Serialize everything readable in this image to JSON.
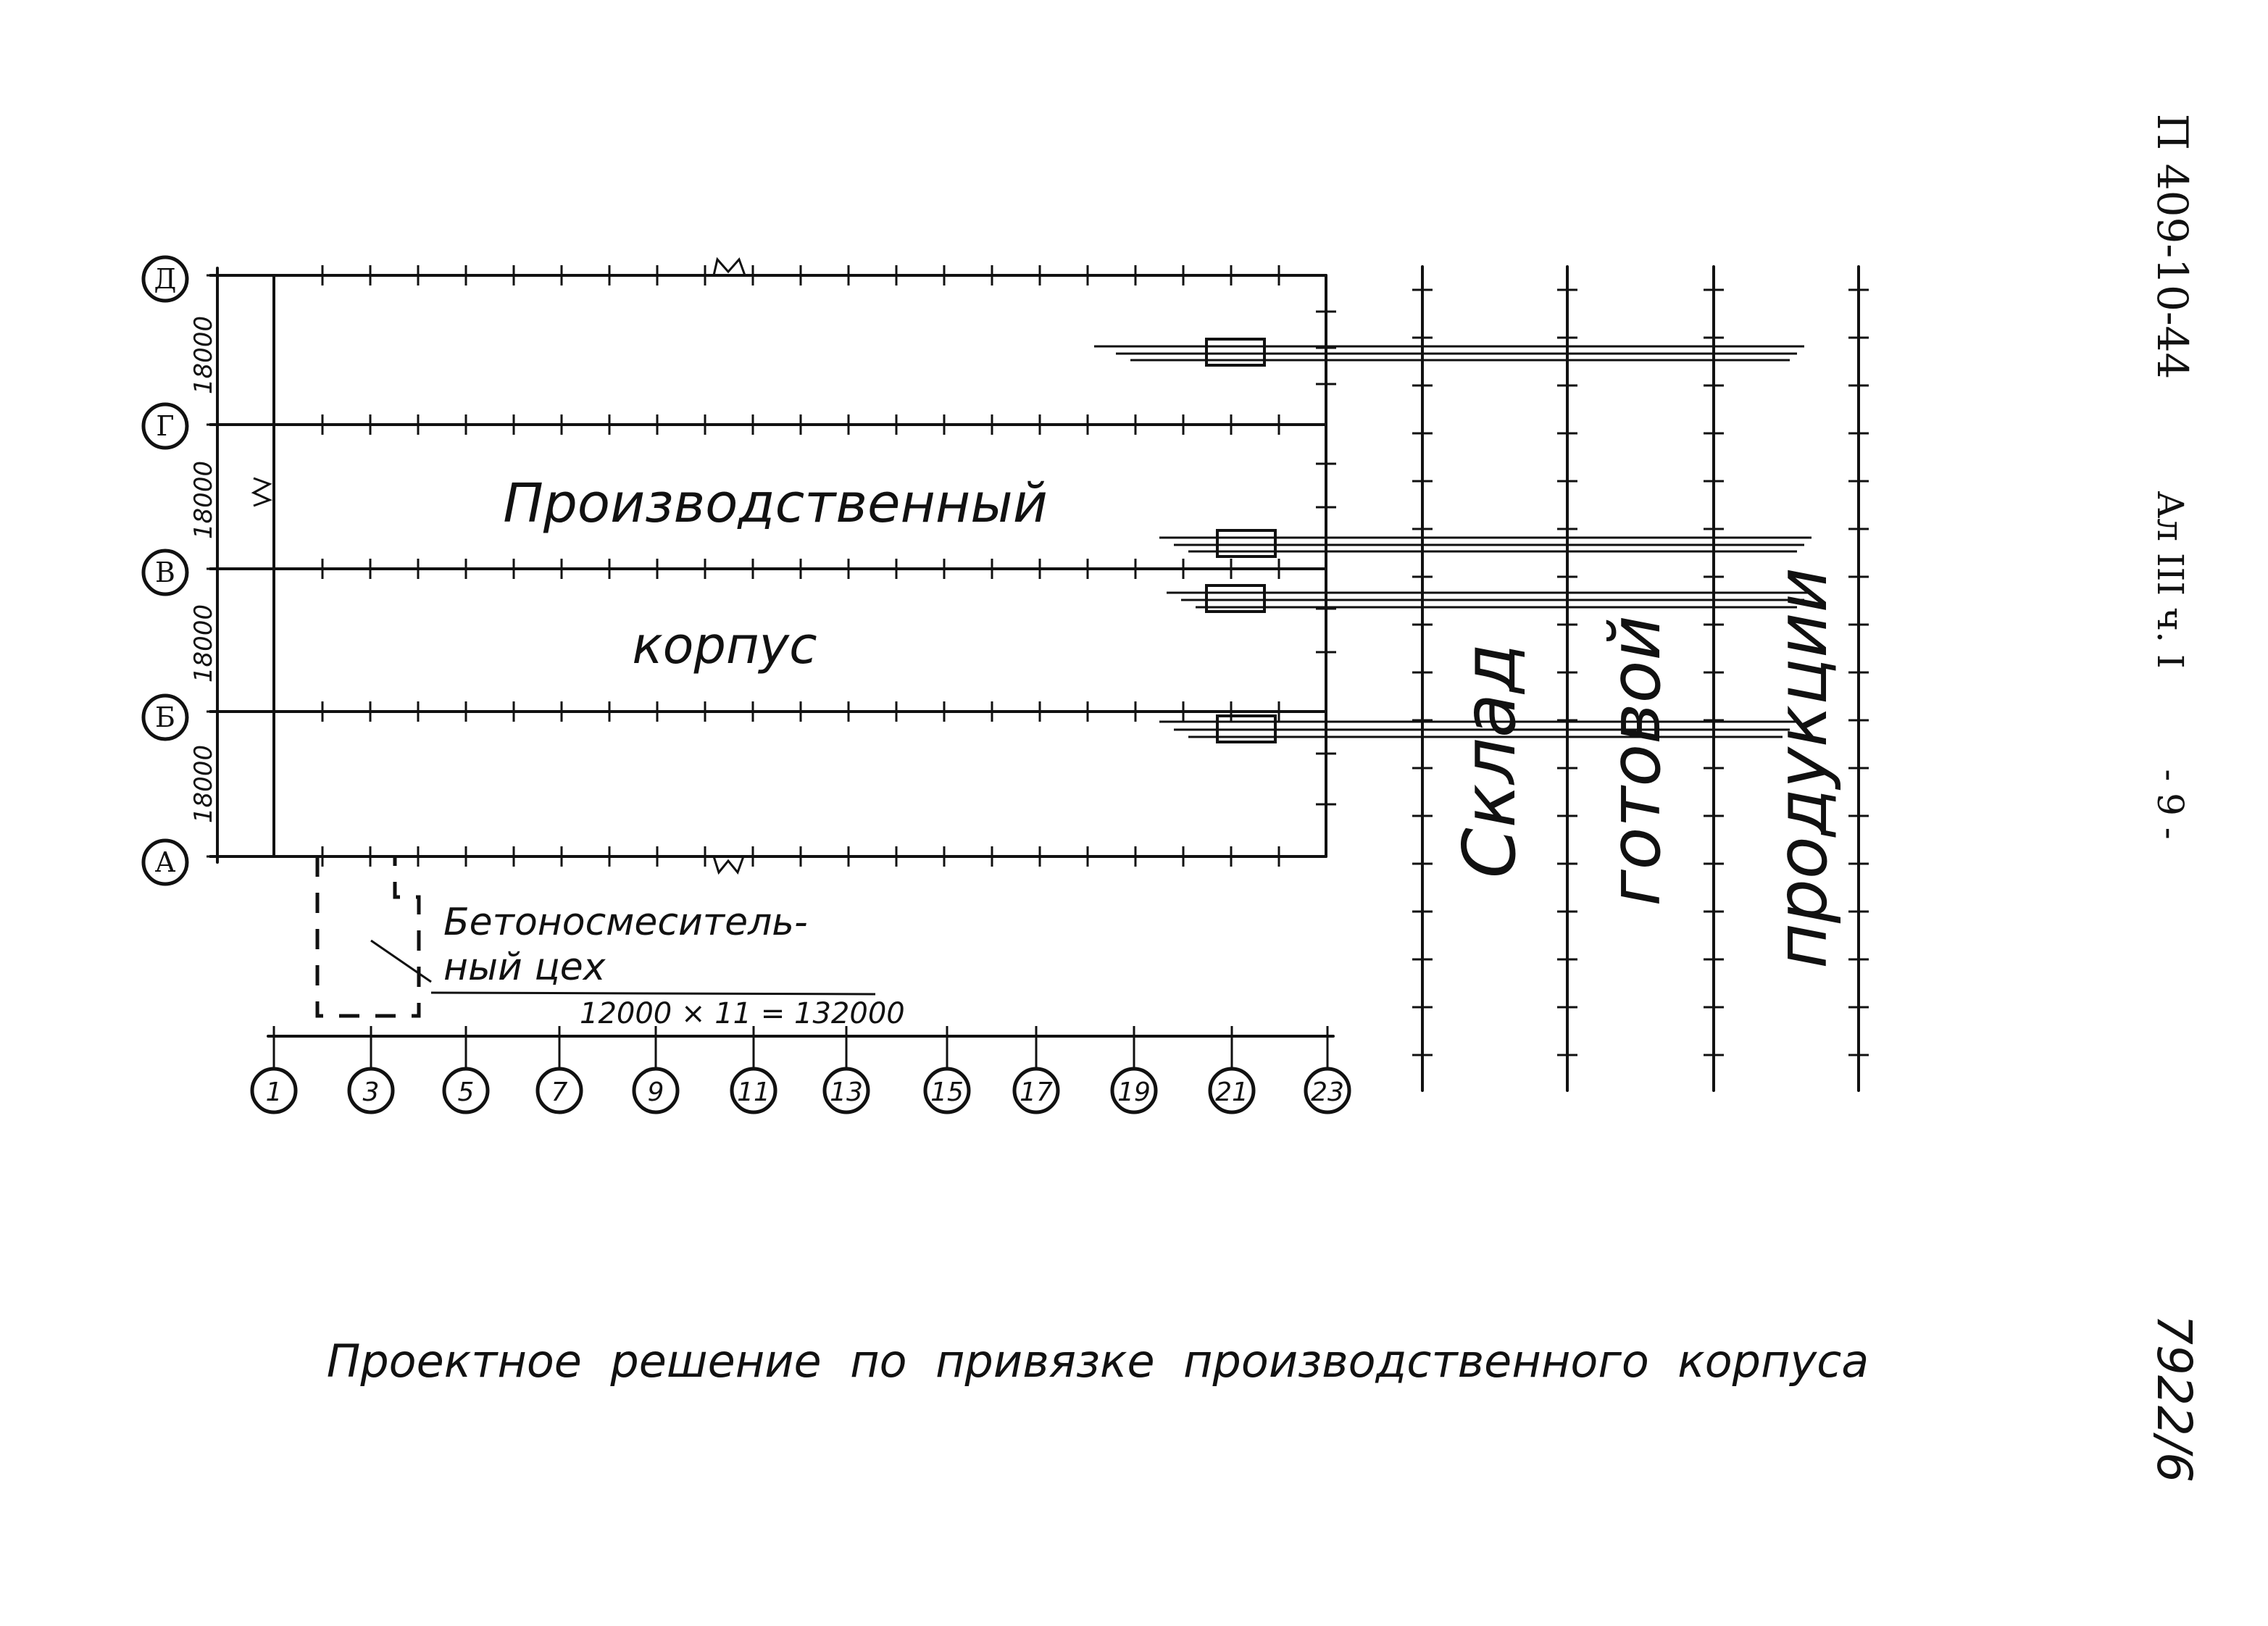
{
  "sheet": {
    "code": "П 409-10-44",
    "album": "Ал III ч. I",
    "page": "- 9 -",
    "number": "7922/6"
  },
  "building": {
    "title_line1": "Производственный",
    "title_line2": "корпус"
  },
  "axes_rows": [
    {
      "label": "Д"
    },
    {
      "label": "Г"
    },
    {
      "label": "В"
    },
    {
      "label": "Б"
    },
    {
      "label": "А"
    }
  ],
  "row_spans": [
    "18000",
    "18000",
    "18000",
    "18000"
  ],
  "axes_cols": [
    "1",
    "3",
    "5",
    "7",
    "9",
    "11",
    "13",
    "15",
    "17",
    "19",
    "21",
    "23"
  ],
  "col_dimension": "12000 × 11 = 132000",
  "concrete_shop": {
    "line1": "Бетоносмеситель-",
    "line2": "ный цех"
  },
  "warehouse": {
    "word1": "Склад",
    "word2": "готовой",
    "word3": "продукции"
  },
  "caption": "Проектное  решение  по  привязке  производственного  корпуса"
}
